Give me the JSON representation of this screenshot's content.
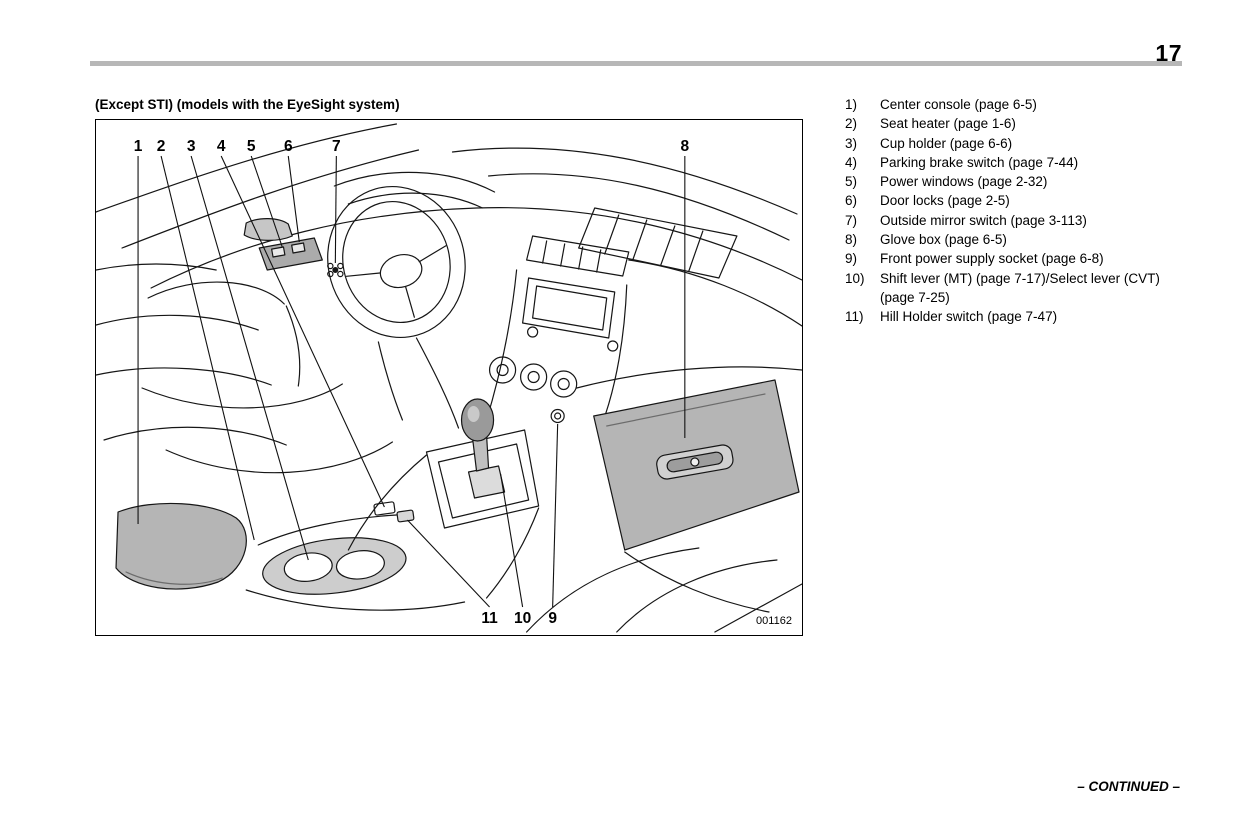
{
  "page": {
    "number": "17",
    "continued": "– CONTINUED –"
  },
  "figure": {
    "caption": "(Except STI) (models with the EyeSight system)",
    "image_code": "001162",
    "callout_labels": [
      "1",
      "2",
      "3",
      "4",
      "5",
      "6",
      "7",
      "8",
      "9",
      "10",
      "11"
    ]
  },
  "legend": {
    "items": [
      {
        "num": "1)",
        "text": "Center console (page 6-5)"
      },
      {
        "num": "2)",
        "text": "Seat heater (page 1-6)"
      },
      {
        "num": "3)",
        "text": "Cup holder (page 6-6)"
      },
      {
        "num": "4)",
        "text": "Parking brake switch (page 7-44)"
      },
      {
        "num": "5)",
        "text": "Power windows (page 2-32)"
      },
      {
        "num": "6)",
        "text": "Door locks (page 2-5)"
      },
      {
        "num": "7)",
        "text": "Outside mirror switch (page 3-113)"
      },
      {
        "num": "8)",
        "text": "Glove box (page 6-5)"
      },
      {
        "num": "9)",
        "text": "Front power supply socket (page 6-8)"
      },
      {
        "num": "10)",
        "text": "Shift lever (MT) (page 7-17)/Select lever (CVT) (page 7-25)"
      },
      {
        "num": "11)",
        "text": "Hill Holder switch (page 7-47)"
      }
    ]
  }
}
